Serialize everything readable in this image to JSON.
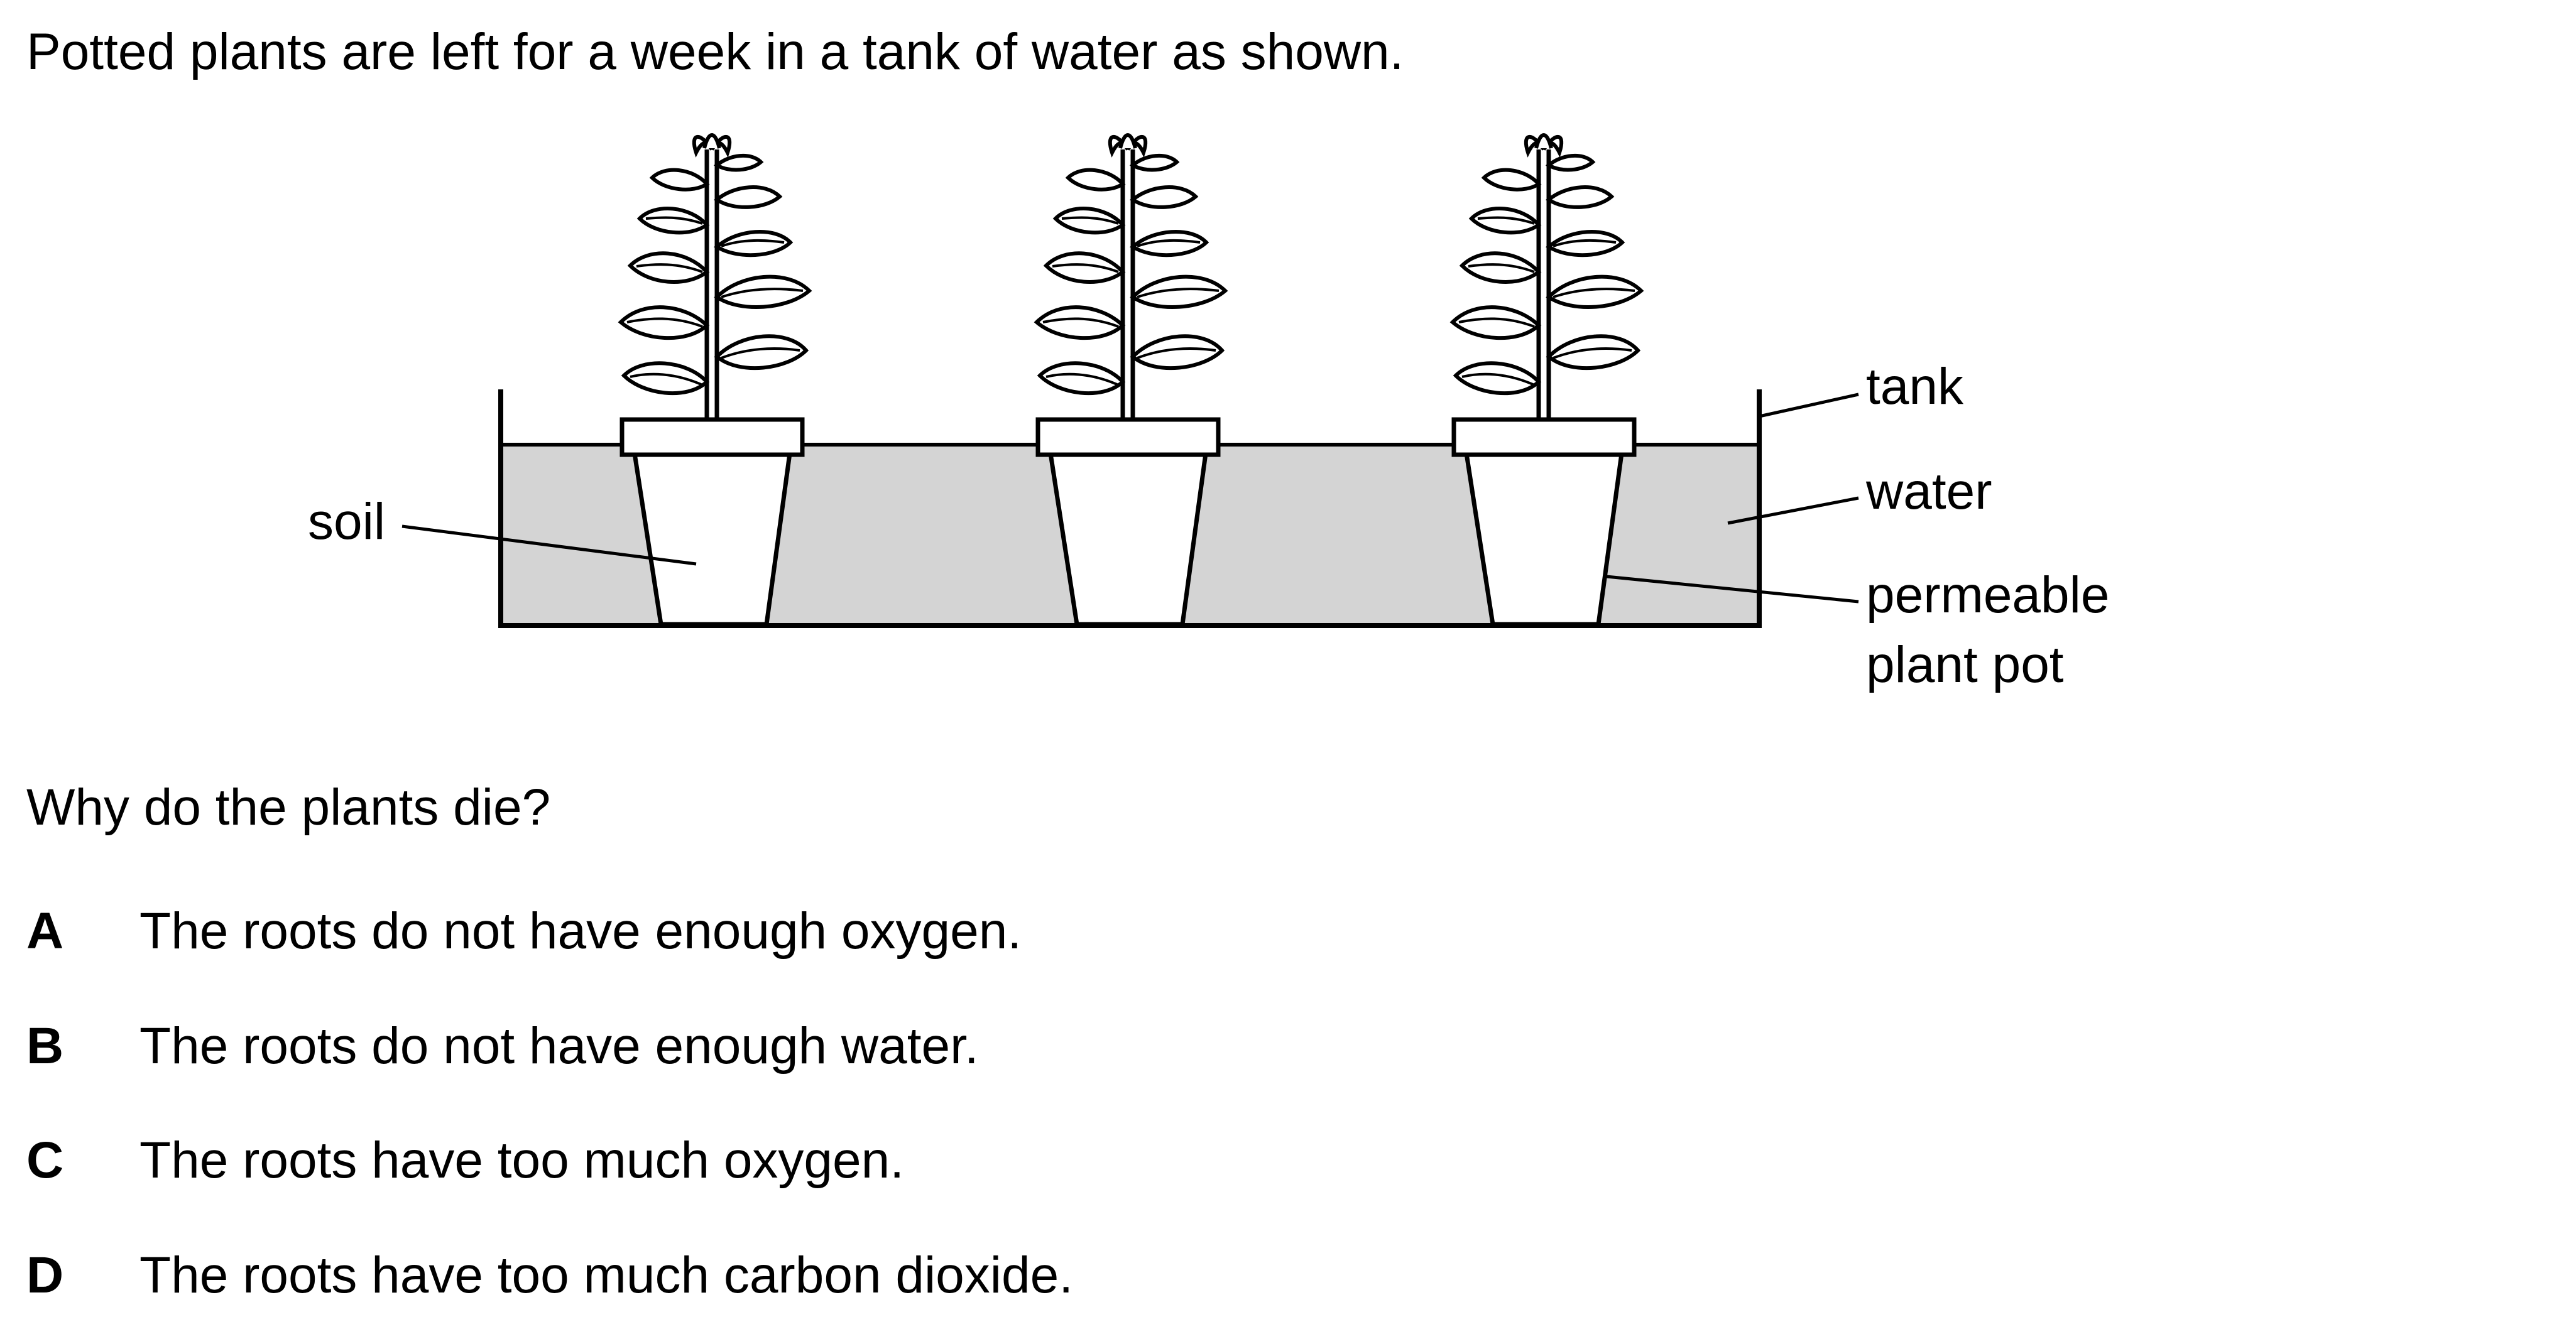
{
  "question": {
    "intro": "Potted plants are left for a week in a tank of water as shown.",
    "prompt": "Why do the plants die?"
  },
  "diagram": {
    "labels": {
      "soil": "soil",
      "tank": "tank",
      "water": "water",
      "pot_line1": "permeable",
      "pot_line2": "plant pot"
    },
    "colors": {
      "water": "#d4d4d4",
      "outline": "#000000"
    }
  },
  "options": [
    {
      "letter": "A",
      "text": "The roots do not have enough oxygen."
    },
    {
      "letter": "B",
      "text": "The roots do not have enough water."
    },
    {
      "letter": "C",
      "text": "The roots have too much oxygen."
    },
    {
      "letter": "D",
      "text": "The roots have too much carbon dioxide."
    }
  ]
}
